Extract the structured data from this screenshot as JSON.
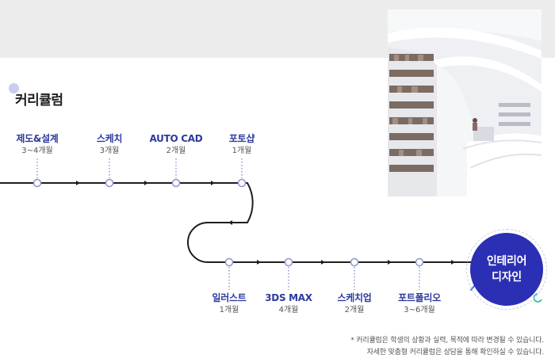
{
  "section": {
    "title": "커리큘럼"
  },
  "top_stages": [
    {
      "name": "제도&설계",
      "duration": "3~4개월"
    },
    {
      "name": "스케치",
      "duration": "3개월"
    },
    {
      "name": "AUTO CAD",
      "duration": "2개월"
    },
    {
      "name": "포토샵",
      "duration": "1개월"
    }
  ],
  "bottom_stages": [
    {
      "name": "일러스트",
      "duration": "1개월"
    },
    {
      "name": "3DS MAX",
      "duration": "4개월"
    },
    {
      "name": "스케치업",
      "duration": "2개월"
    },
    {
      "name": "포트폴리오",
      "duration": "3~6개월"
    }
  ],
  "goal": {
    "line1": "인테리어",
    "line2": "디자인"
  },
  "footnote": {
    "line1": "* 커리큘럼은 학생의 상황과 실력, 목적에 따라 변경될 수 있습니다.",
    "line2": "자세한 맞춤형 커리큘럼은 상담을 통해 확인하실 수 있습니다."
  },
  "colors": {
    "accent": "#2b2fb4",
    "label": "#2d3a9e",
    "track": "#1e1e1e",
    "band": "#ececec"
  },
  "photo": {
    "icon": "library-interior-photo"
  }
}
